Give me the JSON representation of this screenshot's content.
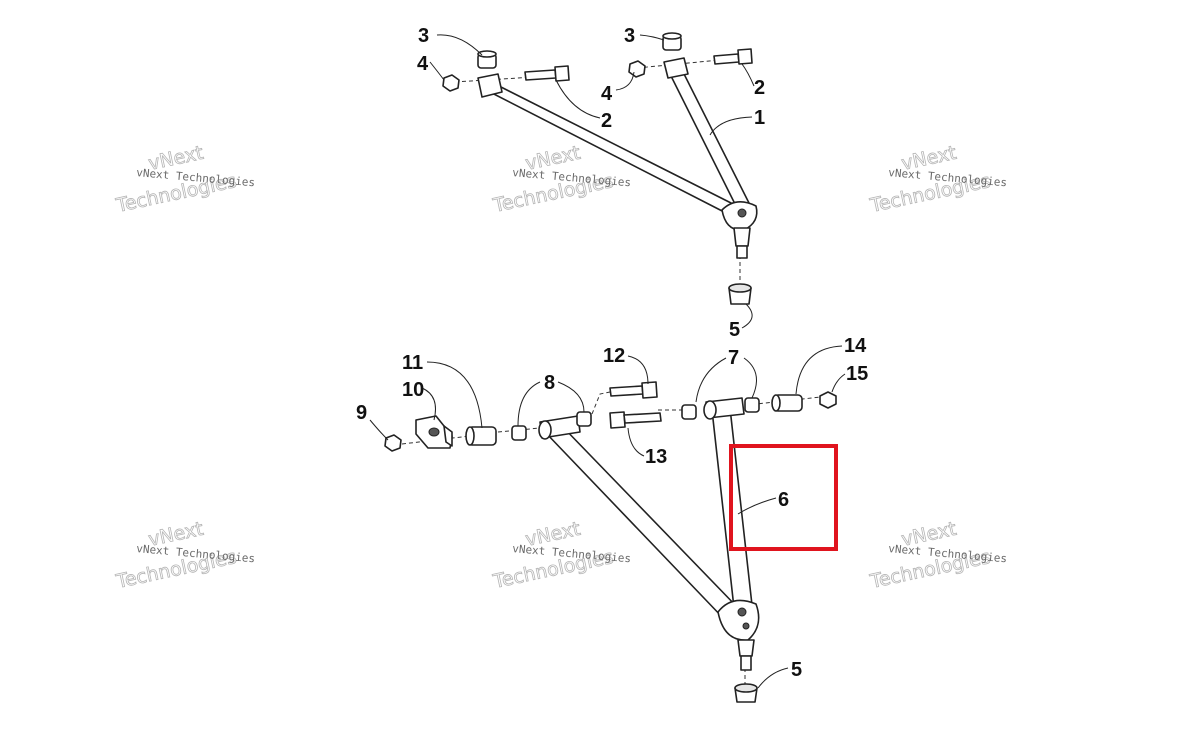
{
  "watermark": {
    "brand_small": "vNext Technologies",
    "brand_big_line1": "vNext",
    "brand_big_line2": "Technologies"
  },
  "callouts": [
    {
      "id": "c3a",
      "label": "3"
    },
    {
      "id": "c3b",
      "label": "3"
    },
    {
      "id": "c4a",
      "label": "4"
    },
    {
      "id": "c4b",
      "label": "4"
    },
    {
      "id": "c2a",
      "label": "2"
    },
    {
      "id": "c2b",
      "label": "2"
    },
    {
      "id": "c1",
      "label": "1"
    },
    {
      "id": "c5a",
      "label": "5"
    },
    {
      "id": "c7",
      "label": "7"
    },
    {
      "id": "c14",
      "label": "14"
    },
    {
      "id": "c15",
      "label": "15"
    },
    {
      "id": "c12",
      "label": "12"
    },
    {
      "id": "c11",
      "label": "11"
    },
    {
      "id": "c10",
      "label": "10"
    },
    {
      "id": "c8",
      "label": "8"
    },
    {
      "id": "c9",
      "label": "9"
    },
    {
      "id": "c13",
      "label": "13"
    },
    {
      "id": "c6",
      "label": "6"
    },
    {
      "id": "c5b",
      "label": "5"
    }
  ],
  "highlight": {
    "target_callout": "6",
    "color": "#e0141e"
  }
}
